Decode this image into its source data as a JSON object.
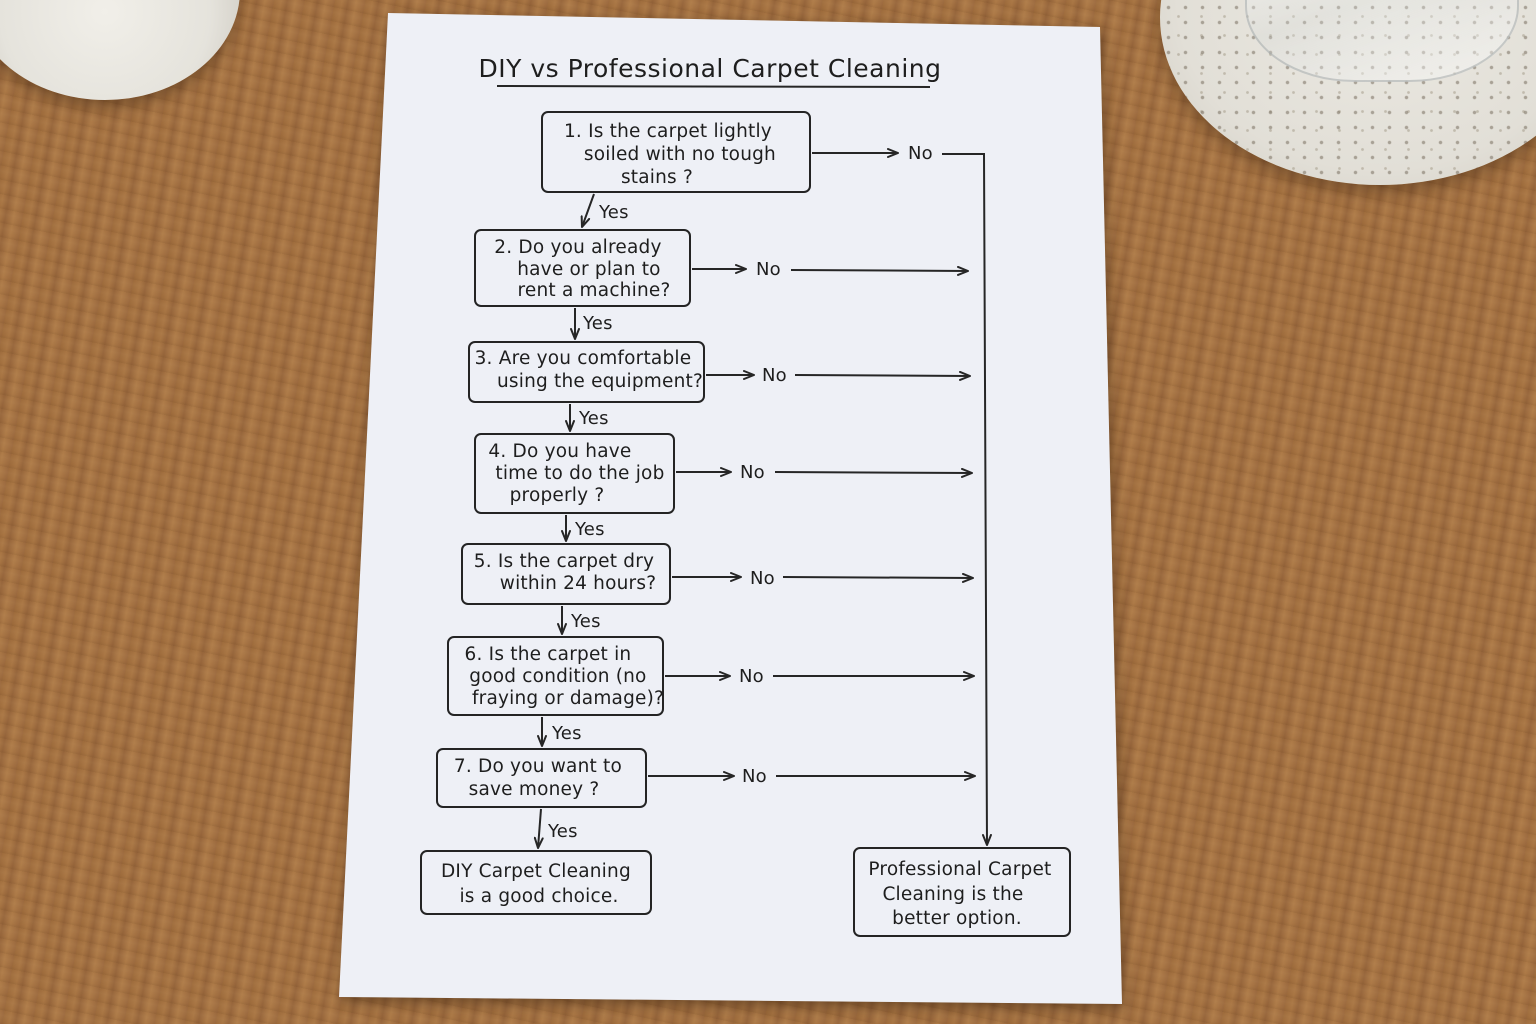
{
  "title": "DIY vs Professional Carpet Cleaning",
  "questions": [
    {
      "lines": [
        "1.  Is  the  carpet  lightly",
        "soiled  with  no  tough",
        "stains ?"
      ]
    },
    {
      "lines": [
        "2.  Do  you  already",
        "have  or  plan  to",
        "rent  a  machine?"
      ]
    },
    {
      "lines": [
        "3.  Are  you  comfortable",
        "using  the  equipment?"
      ]
    },
    {
      "lines": [
        "4.  Do  you  have",
        "time  to  do  the  job",
        "properly ?"
      ]
    },
    {
      "lines": [
        "5.  Is  the  carpet  dry",
        "within  24  hours?"
      ]
    },
    {
      "lines": [
        "6.  Is  the  carpet  in",
        "good  condition  (no",
        "fraying  or  damage)?"
      ]
    },
    {
      "lines": [
        "7.  Do  you  want  to",
        "save  money ?"
      ]
    }
  ],
  "yes_label": "Yes",
  "no_label": "No",
  "outcomes": {
    "diy": {
      "lines": [
        "DIY  Carpet  Cleaning",
        "is  a  good  choice."
      ]
    },
    "pro": {
      "lines": [
        "Professional  Carpet",
        "Cleaning  is  the",
        "better  option."
      ]
    }
  }
}
